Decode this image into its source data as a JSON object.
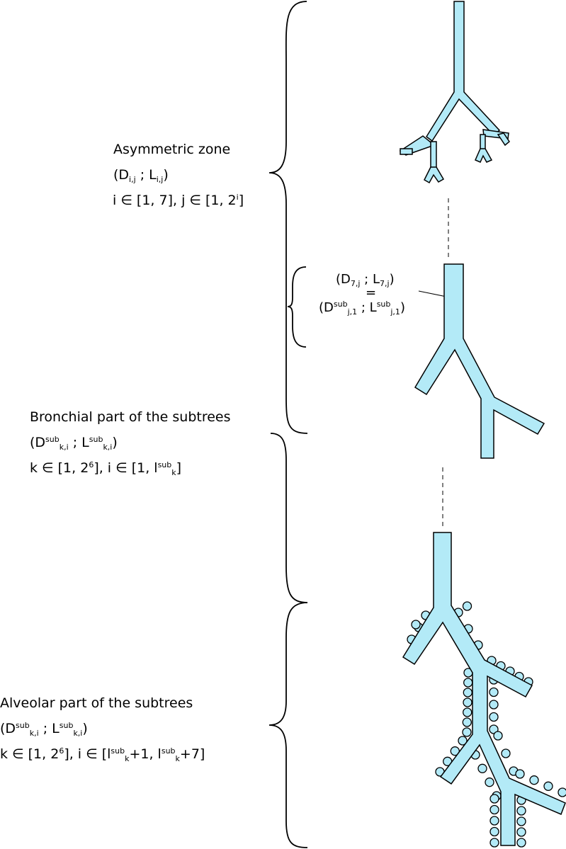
{
  "colors": {
    "airway_fill": "#b3eaf7",
    "stroke": "#000000",
    "background": "#ffffff"
  },
  "zones": {
    "asymmetric": {
      "title": "Asymmetric zone",
      "pair": {
        "open": "(D",
        "d_sub": "i,j",
        "sep": " ; L",
        "l_sub": "i,j",
        "close": ")"
      },
      "range": {
        "a": "i ∈ [1, 7], j ∈ [1, 2",
        "sup": "i",
        "b": "]"
      }
    },
    "bronchial": {
      "title": "Bronchial part of the subtrees",
      "pair": {
        "open": "(D",
        "d_sup": "sub",
        "d_sub": "k,i",
        "sep": " ; L",
        "l_sup": "sub",
        "l_sub": "k,i",
        "close": ")"
      },
      "range": {
        "a": "k ∈ [1, 2",
        "sup1": "6",
        "b": "], i ∈ [1, l",
        "sup2": "sub",
        "sub2": "k",
        "c": "]"
      }
    },
    "alveolar": {
      "title": "Alveolar part of the subtrees",
      "pair": {
        "open": "(D",
        "d_sup": "sub",
        "d_sub": "k,i",
        "sep": " ; L",
        "l_sup": "sub",
        "l_sub": "k,i",
        "close": ")"
      },
      "range": {
        "a": "k ∈ [1, 2",
        "sup1": "6",
        "b": "], i ∈ [l",
        "sup2": "sub",
        "sub2": "k",
        "c": "+1, l",
        "sup3": "sub",
        "sub3": "k",
        "d": "+7]"
      }
    }
  },
  "equivalence": {
    "top": {
      "open": "(D",
      "d_sub": "7,j",
      "sep": " ; L",
      "l_sub": "7,j",
      "close": ")"
    },
    "equals": "=",
    "bottom": {
      "open": "(D",
      "d_sup": "sub",
      "d_sub": "j,1",
      "sep": " ; L",
      "l_sup": "sub",
      "l_sub": "j,1",
      "close": ")"
    }
  }
}
